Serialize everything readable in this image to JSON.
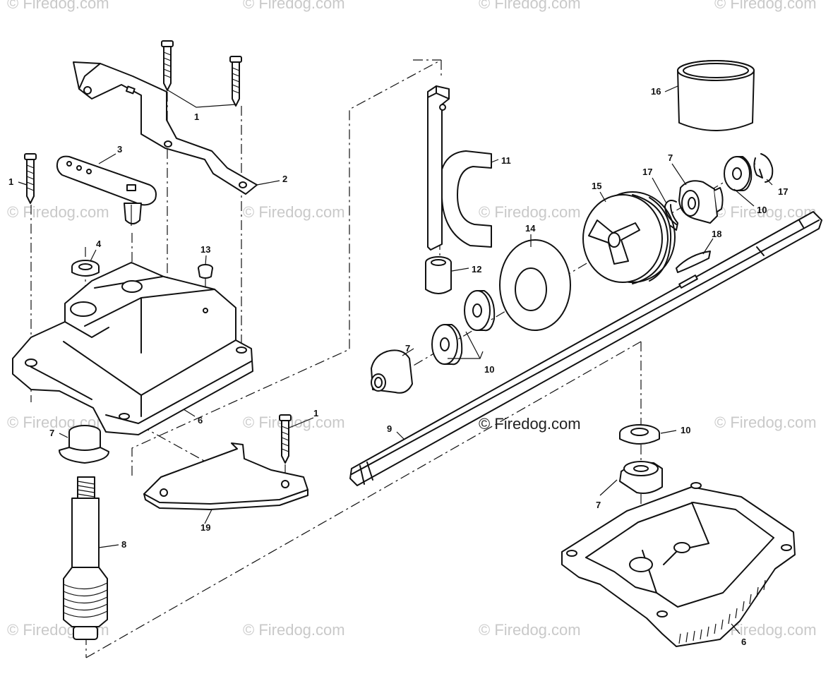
{
  "watermark_text": "© Firedog.com",
  "center_watermark_text": "© Firedog.com",
  "callouts": {
    "c1a": "1",
    "c1b": "1",
    "c1c": "1",
    "c2": "2",
    "c3": "3",
    "c4": "4",
    "c6a": "6",
    "c6b": "6",
    "c7a": "7",
    "c7b": "7",
    "c7c": "7",
    "c7d": "7",
    "c8": "8",
    "c9": "9",
    "c10a": "10",
    "c10b": "10",
    "c10c": "10",
    "c11": "11",
    "c12": "12",
    "c13": "13",
    "c14": "14",
    "c15": "15",
    "c16": "16",
    "c17a": "17",
    "c17b": "17",
    "c18": "18",
    "c19": "19"
  },
  "colors": {
    "line": "#111111",
    "watermark": "#c9c9c9",
    "background": "#ffffff"
  }
}
